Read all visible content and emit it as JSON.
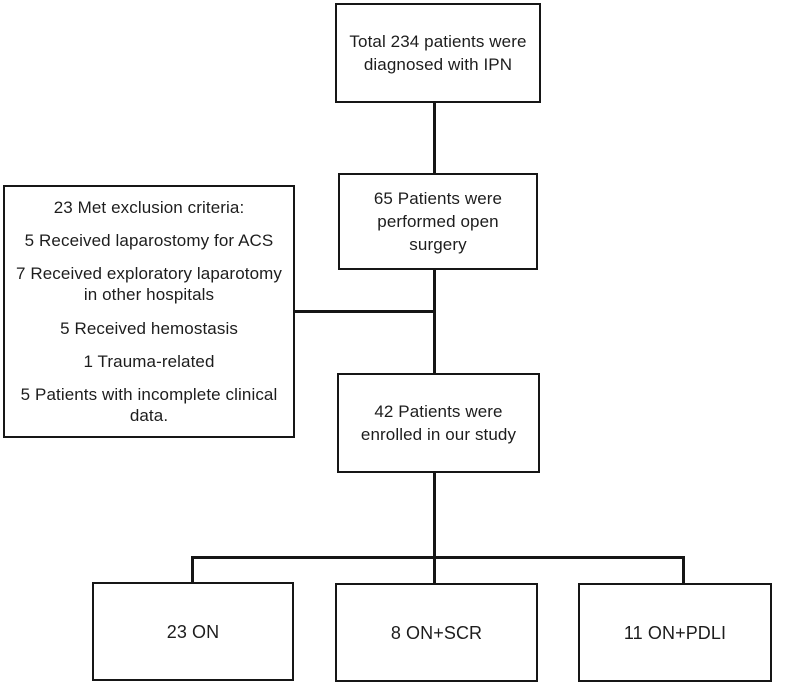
{
  "flowchart": {
    "background_color": "#ffffff",
    "line_color": "#161616",
    "text_color": "#1d1d1d",
    "nodes": {
      "diagnosed": {
        "text": "Total 234 patients were\ndiagnosed with IPN"
      },
      "open_surgery": {
        "text": "65 Patients were\nperformed open\nsurgery"
      },
      "exclusion": {
        "heading": "23 Met exclusion criteria:",
        "items": [
          "5 Received laparostomy for ACS",
          "7 Received exploratory laparotomy\nin other hospitals",
          "5 Received hemostasis",
          "1 Trauma-related",
          "5 Patients with incomplete clinical\ndata."
        ]
      },
      "enrolled": {
        "text": "42 Patients were\nenrolled in our study"
      },
      "group_on": {
        "text": "23 ON"
      },
      "group_on_scr": {
        "text": "8 ON+SCR"
      },
      "group_on_pdli": {
        "text": "11 ON+PDLI"
      }
    },
    "edges": [
      {
        "from": "diagnosed",
        "to": "open_surgery"
      },
      {
        "from": "open_surgery",
        "to": "enrolled"
      },
      {
        "from": "exclusion",
        "to": "open_surgery_enrolled_line"
      },
      {
        "from": "enrolled",
        "to": "group_on"
      },
      {
        "from": "enrolled",
        "to": "group_on_scr"
      },
      {
        "from": "enrolled",
        "to": "group_on_pdli"
      }
    ]
  }
}
